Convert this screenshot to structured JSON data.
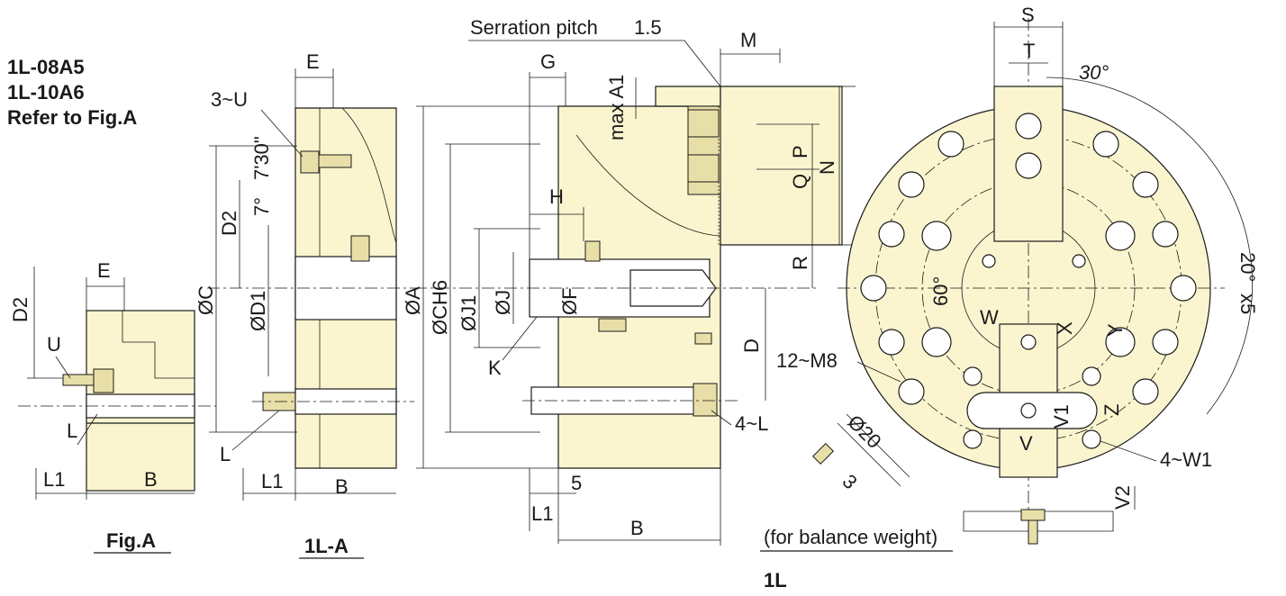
{
  "notes": {
    "model_1": "1L-08A5",
    "model_2": "1L-10A6",
    "refer": "Refer to Fig.A"
  },
  "captions": {
    "fig_a": "Fig.A",
    "fig_1la": "1L-A",
    "fig_1l": "1L",
    "balance": "(for balance weight)",
    "serration": "Serration pitch",
    "serration_value": "1.5"
  },
  "dims": {
    "D2": "D2",
    "E": "E",
    "U": "U",
    "L": "L",
    "L1": "L1",
    "B": "B",
    "U3": "3~U",
    "angle1": "7'30\"",
    "angle2": "7°",
    "C": "ØC",
    "D1": "ØD1",
    "G": "G",
    "maxA1": "max A1",
    "M": "M",
    "P": "P",
    "N": "N",
    "Q": "Q",
    "R": "R",
    "H": "H",
    "A": "ØA",
    "CH6": "ØCH6",
    "J1": "ØJ1",
    "J": "ØJ",
    "F": "ØF",
    "D": "D",
    "K": "K",
    "L4": "4~L",
    "five": "5",
    "S": "S",
    "T": "T",
    "deg30": "30°",
    "deg20": "20°",
    "x5": "x5",
    "deg60": "60°",
    "W": "W",
    "X": "X",
    "Y": "Y",
    "M8": "12~M8",
    "V1": "V1",
    "Z": "Z",
    "V": "V",
    "W1": "4~W1",
    "dia20": "Ø20",
    "three": "3",
    "V2": "V2"
  }
}
